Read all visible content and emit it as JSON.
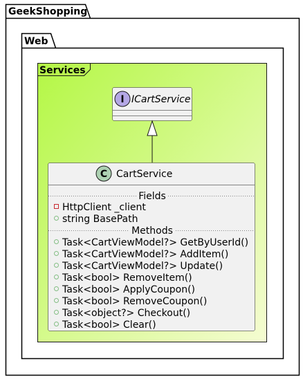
{
  "packages": {
    "outer": {
      "name": "GeekShopping"
    },
    "inner": {
      "name": "Web"
    }
  },
  "frame": {
    "name": "Services"
  },
  "interface": {
    "stereotype": "I",
    "name": "ICartService"
  },
  "class": {
    "stereotype": "C",
    "name": "CartService",
    "fields_label": "Fields",
    "methods_label": "Methods",
    "fields": [
      {
        "visibility": "private",
        "text": "HttpClient _client"
      },
      {
        "visibility": "public",
        "text": "string BasePath"
      }
    ],
    "methods": [
      {
        "visibility": "public",
        "text": "Task<CartViewModel?> GetByUserId()"
      },
      {
        "visibility": "public",
        "text": "Task<CartViewModel?> AddItem()"
      },
      {
        "visibility": "public",
        "text": "Task<CartViewModel?> Update()"
      },
      {
        "visibility": "public",
        "text": "Task<bool> RemoveItem()"
      },
      {
        "visibility": "public",
        "text": "Task<bool> ApplyCoupon()"
      },
      {
        "visibility": "public",
        "text": "Task<bool> RemoveCoupon()"
      },
      {
        "visibility": "public",
        "text": "Task<object?> Checkout()"
      },
      {
        "visibility": "public",
        "text": "Task<bool> Clear()"
      }
    ]
  },
  "colors": {
    "gradient_start": "#b4f745",
    "gradient_end": "#f5fcd2",
    "box_fill": "#f1f1f1",
    "border": "#181818",
    "interface_badge": "#b4a7e5",
    "class_badge": "#add1b2",
    "public_marker": "#84be84",
    "private_marker": "#c82930"
  }
}
